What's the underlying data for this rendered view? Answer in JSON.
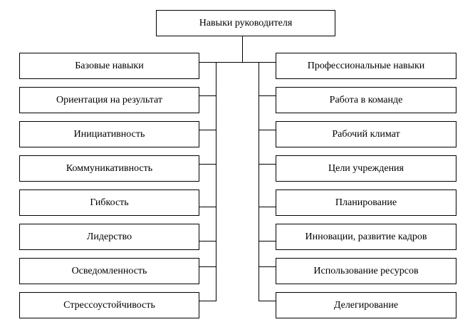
{
  "diagram": {
    "root": {
      "label": "Навыки руководителя"
    },
    "left_column": {
      "header": "Базовые навыки",
      "items": [
        "Ориентация на результат",
        "Инициативность",
        "Коммуникативность",
        "Гибкость",
        "Лидерство",
        "Осведомленность",
        "Стрессоустойчивость"
      ]
    },
    "right_column": {
      "header": "Профессиональные навыки",
      "items": [
        "Работа в команде",
        "Рабочий климат",
        "Цели учреждения",
        "Планирование",
        "Инновации, развитие кадров",
        "Использование ресурсов",
        "Делегирование"
      ]
    }
  }
}
